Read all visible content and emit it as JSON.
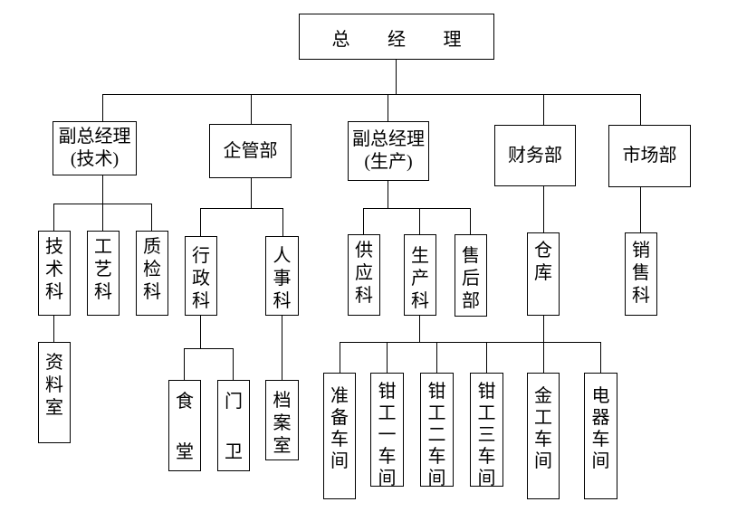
{
  "root": {
    "label": "总 经 理"
  },
  "tech_vp": {
    "label": "副总经理",
    "sub": "(技术)",
    "sections": [
      "技术科",
      "工艺科",
      "质检科"
    ],
    "tech_section_children": [
      "资料室"
    ]
  },
  "admin_dept": {
    "label": "企管部",
    "sections": [
      "行政科",
      "人事科"
    ],
    "admin_section_children": [
      "食 堂",
      "门 卫"
    ],
    "hr_section_children": [
      "档案室"
    ]
  },
  "production_vp": {
    "label": "副总经理",
    "sub": "(生产)",
    "sections": [
      "供应科",
      "生产科",
      "售后部"
    ],
    "workshops": [
      "准备车间",
      "钳工一车间",
      "钳工二车间",
      "钳工三车间",
      "金工车间",
      "电器车间"
    ]
  },
  "finance_dept": {
    "label": "财务部",
    "sections": [
      "仓库"
    ]
  },
  "marketing_dept": {
    "label": "市场部",
    "sections": [
      "销售科"
    ]
  }
}
